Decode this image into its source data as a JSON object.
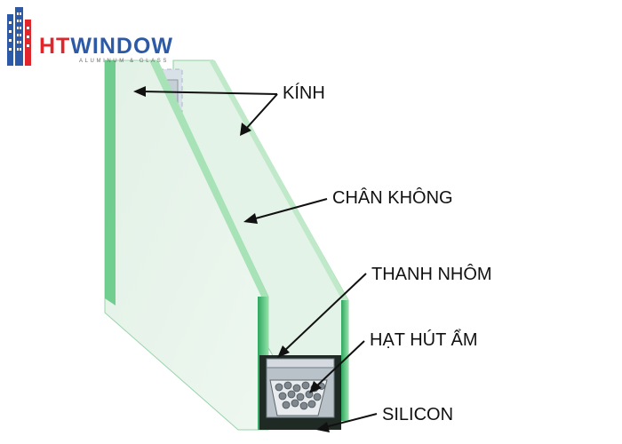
{
  "logo": {
    "brand_ht": "HT",
    "brand_window": "WINDOW",
    "tagline": "ALUMINUM & GLASS"
  },
  "labels": {
    "glass": "KÍNH",
    "vacuum": "CHÂN KHÔNG",
    "aluminum_bar": "THANH NHÔM",
    "desiccant": "HẠT HÚT ẨM",
    "silicon": "SILICON"
  }
}
